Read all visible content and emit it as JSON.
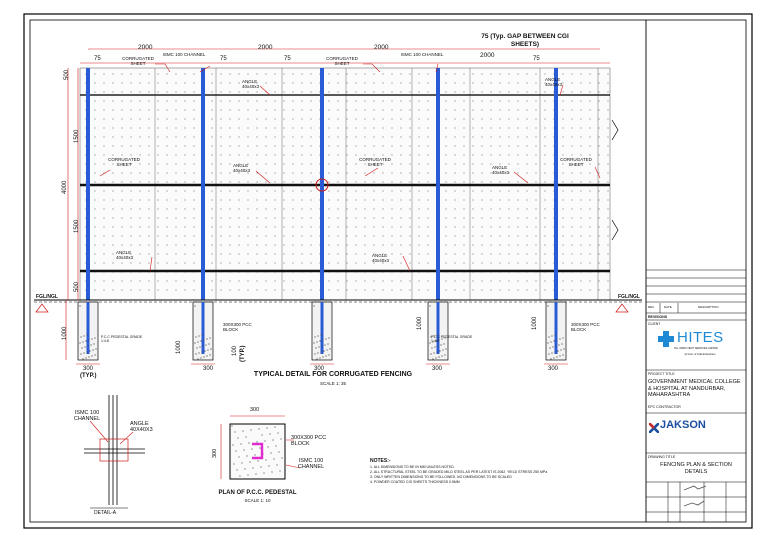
{
  "drawing": {
    "top_gap_note": "75 (Typ. GAP BETWEEN CGI SHEETS)",
    "widths": [
      "2000",
      "2000",
      "2000",
      "2000"
    ],
    "gap": "75",
    "labels": {
      "corrugated_sheet": "CORRUGATED SHEET",
      "ismc_channel": "ISMC 100 CHANNEL",
      "angle": "ANGLE 40x40x3",
      "fgl_ngl": "FGL/NGL",
      "pcc_block": "300X300 PCC BLOCK",
      "pcc_pedestal": "P.C.C PEDESTAL",
      "grade": "GRADE 1:4:8"
    },
    "vertical_dims": [
      "500",
      "1500",
      "1500",
      "500",
      "4000",
      "1000"
    ],
    "footing_dims": [
      "300",
      "300",
      "300",
      "300",
      "100",
      "100"
    ],
    "typ": "(TYP.)",
    "main_title": "TYPICAL DETAIL FOR CORRUGATED FENCING",
    "main_scale": "SCALE 1: 35",
    "detail_a": {
      "title": "DETAIL-A",
      "ismc": "ISMC 100 CHANNEL",
      "angle": "ANGLE 40X40X3"
    },
    "plan": {
      "title": "PLAN OF P.C.C. PEDESTAL",
      "scale": "SCALE 1: 10",
      "dim_w": "300",
      "dim_h": "300",
      "pcc": "300X300 PCC BLOCK",
      "ismc": "ISMC 100 CHANNEL"
    },
    "notes_title": "NOTES:-",
    "notes": [
      "1. ALL DIMENSIONS TO BE IN MM UNLESS NOTED.",
      "2. ALL STRUCTURAL STEEL TO BE GRADED MILD STEEL AS PER LATEST IS 2062. YIELD STRESS 250 MPa",
      "3. ONLY WRITTEN DIMENSIONS TO BE FOLLOWED. NO DIMENSIONS TO BE SCALED",
      "4. POWDER COATED CGI SHEETS THICKNESS 0.5MM"
    ]
  },
  "title_block": {
    "rev_headers": [
      "REV",
      "DATE",
      "DESCRIPTION"
    ],
    "revisions_label": "REVISIONS",
    "client_label": "CLIENT",
    "client_name": "HITES",
    "client_sub": "HLL INFRA TECH SERVICES LIMITED",
    "client_address": "(A Govt. of India Enterprise)",
    "project_label": "PROJECT TITLE",
    "project_title": "GOVERNMENT MEDICAL COLLEGE & HOSPITAL AT NANDURBAR, MAHARASHTRA",
    "epc_label": "EPC CONTRACTOR",
    "epc_name": "JAKSON",
    "drawing_title_label": "DRAWING TITLE",
    "drawing_title": "FENCING PLAN & SECTION DETAILS",
    "colors": {
      "hites_blue": "#1e8ad6",
      "jakson_blue": "#1a4fa0",
      "jakson_red": "#d02a2a",
      "channel_blue": "#2a5bd7",
      "dim_red": "#d11a1a"
    }
  }
}
